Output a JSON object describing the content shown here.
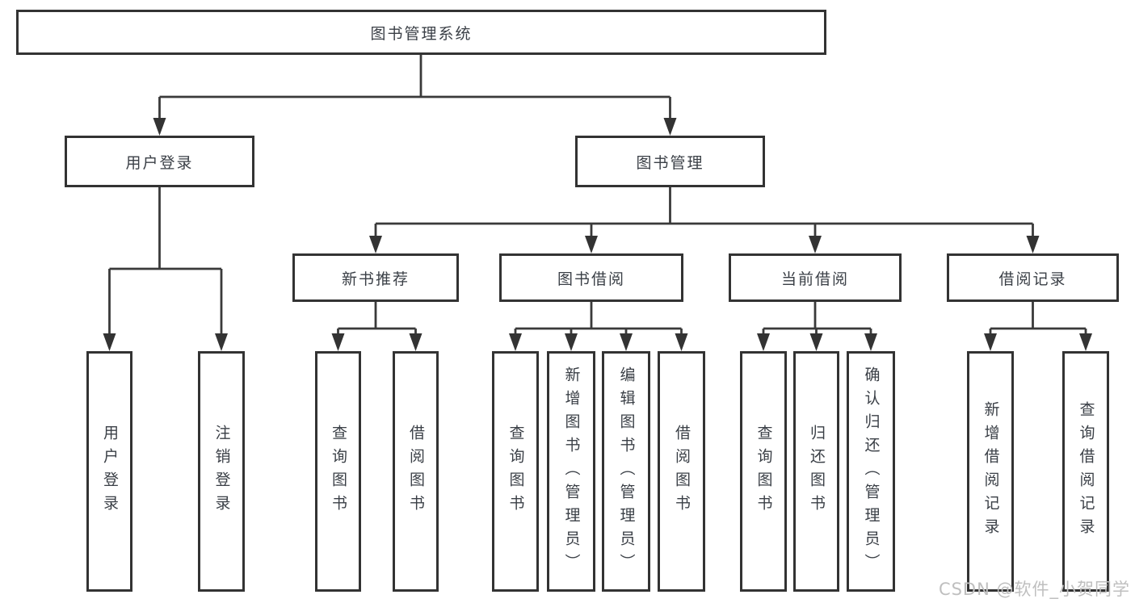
{
  "diagram": {
    "type": "hierarchy-tree",
    "colors": {
      "line": "#3a3a3a",
      "border": "#333333",
      "text": "#3a3f46",
      "watermark": "#bfbfbf",
      "background": "#ffffff"
    },
    "watermark": "CSDN @软件_小贺同学",
    "tree": {
      "label": "图书管理系统",
      "children": [
        {
          "label": "用户登录",
          "children": [
            {
              "label": "用户登录"
            },
            {
              "label": "注销登录"
            }
          ]
        },
        {
          "label": "图书管理",
          "children": [
            {
              "label": "新书推荐",
              "children": [
                {
                  "label": "查询图书"
                },
                {
                  "label": "借阅图书"
                }
              ]
            },
            {
              "label": "图书借阅",
              "children": [
                {
                  "label": "查询图书"
                },
                {
                  "label": "新增图书（管理员）"
                },
                {
                  "label": "编辑图书（管理员）"
                },
                {
                  "label": "借阅图书"
                }
              ]
            },
            {
              "label": "当前借阅",
              "children": [
                {
                  "label": "查询图书"
                },
                {
                  "label": "归还图书"
                },
                {
                  "label": "确认归还（管理员）"
                }
              ]
            },
            {
              "label": "借阅记录",
              "children": [
                {
                  "label": "新增借阅记录"
                },
                {
                  "label": "查询借阅记录"
                }
              ]
            }
          ]
        }
      ]
    }
  }
}
